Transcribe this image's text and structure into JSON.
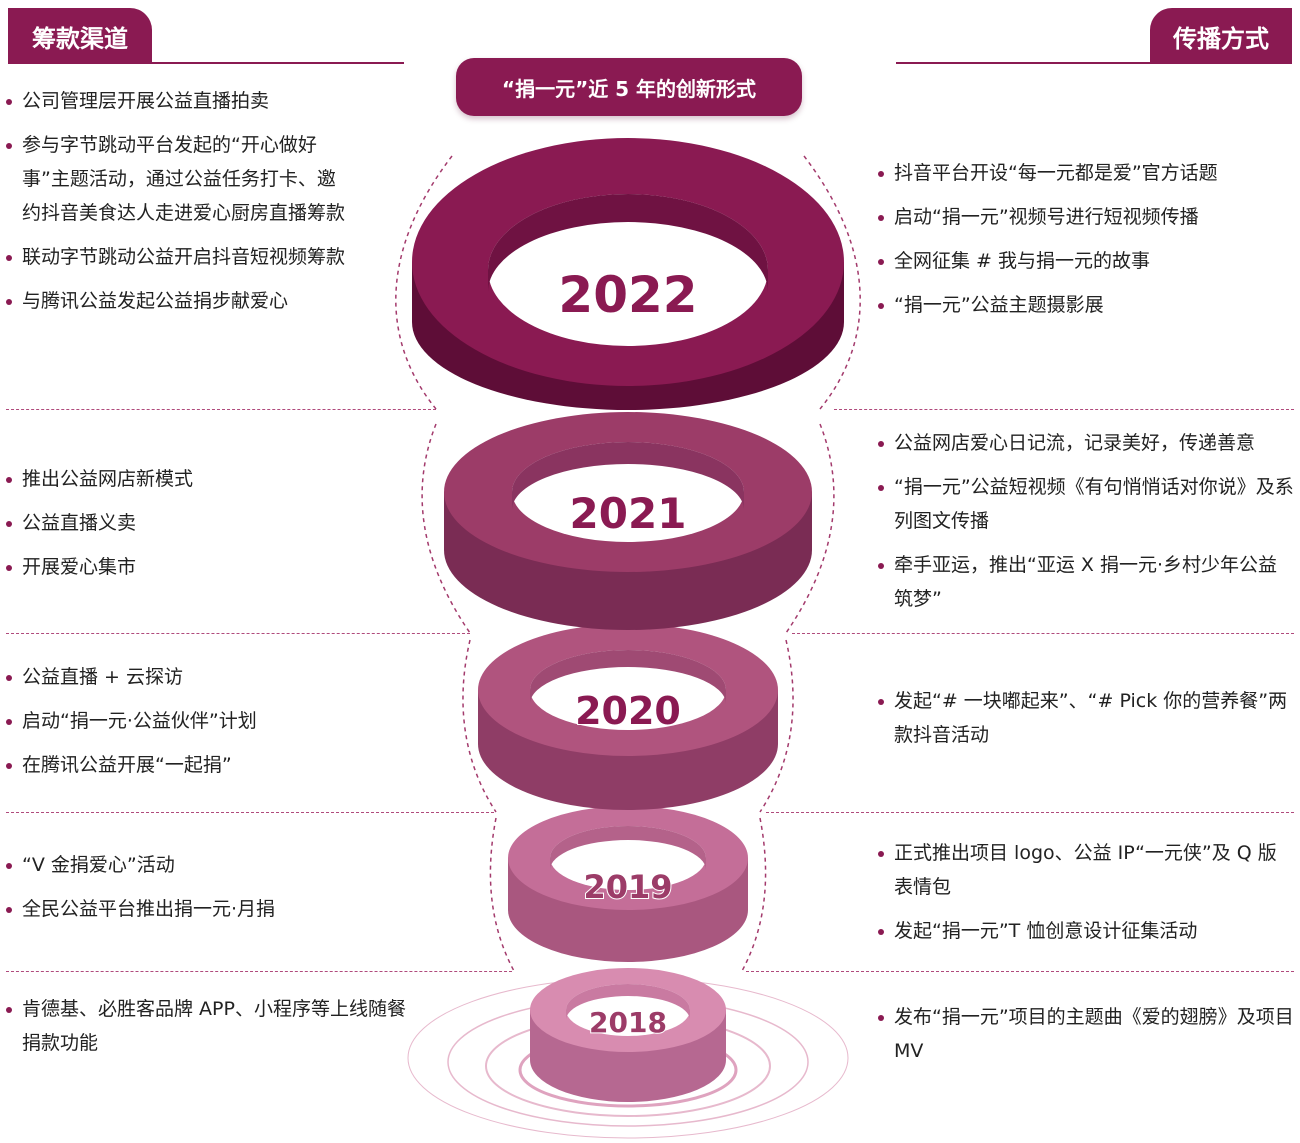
{
  "header": {
    "left_tab": "筹款渠道",
    "right_tab": "传播方式",
    "center_title": "“捐一元”近 5 年的创新形式"
  },
  "colors": {
    "brand": "#8a1a52",
    "ring_2022": "#8a1a52",
    "ring_2021": "#9c3c68",
    "ring_2020": "#b0547e",
    "ring_2019": "#c46e98",
    "ring_2018": "#d88cb0"
  },
  "years": [
    {
      "year": "2022",
      "fundraising": [
        "公司管理层开展公益直播拍卖",
        "参与字节跳动平台发起的“开心做好事”主题活动，通过公益任务打卡、邀约抖音美食达人走进爱心厨房直播筹款",
        "联动字节跳动公益开启抖音短视频筹款",
        "与腾讯公益发起公益捐步献爱心"
      ],
      "communication": [
        "抖音平台开设“每一元都是爱”官方话题",
        "启动“捐一元”视频号进行短视频传播",
        "全网征集 # 我与捐一元的故事",
        "“捐一元”公益主题摄影展"
      ]
    },
    {
      "year": "2021",
      "fundraising": [
        "推出公益网店新模式",
        "公益直播义卖",
        "开展爱心集市"
      ],
      "communication": [
        "公益网店爱心日记流，记录美好，传递善意",
        "“捐一元”公益短视频《有句悄悄话对你说》及系列图文传播",
        "牵手亚运，推出“亚运 X 捐一元·乡村少年公益筑梦”"
      ]
    },
    {
      "year": "2020",
      "fundraising": [
        "公益直播 + 云探访",
        "启动“捐一元·公益伙伴”计划",
        "在腾讯公益开展“一起捐”"
      ],
      "communication": [
        "发起“# 一块嘟起来”、“# Pick 你的营养餐”两款抖音活动"
      ]
    },
    {
      "year": "2019",
      "fundraising": [
        "“V 金捐爱心”活动",
        "全民公益平台推出捐一元·月捐"
      ],
      "communication": [
        "正式推出项目 logo、公益 IP“一元侠”及 Q 版表情包",
        "发起“捐一元”T 恤创意设计征集活动"
      ]
    },
    {
      "year": "2018",
      "fundraising": [
        "肯德基、必胜客品牌 APP、小程序等上线随餐捐款功能"
      ],
      "communication": [
        "发布“捐一元”项目的主题曲《爱的翅膀》及项目 MV"
      ]
    }
  ]
}
